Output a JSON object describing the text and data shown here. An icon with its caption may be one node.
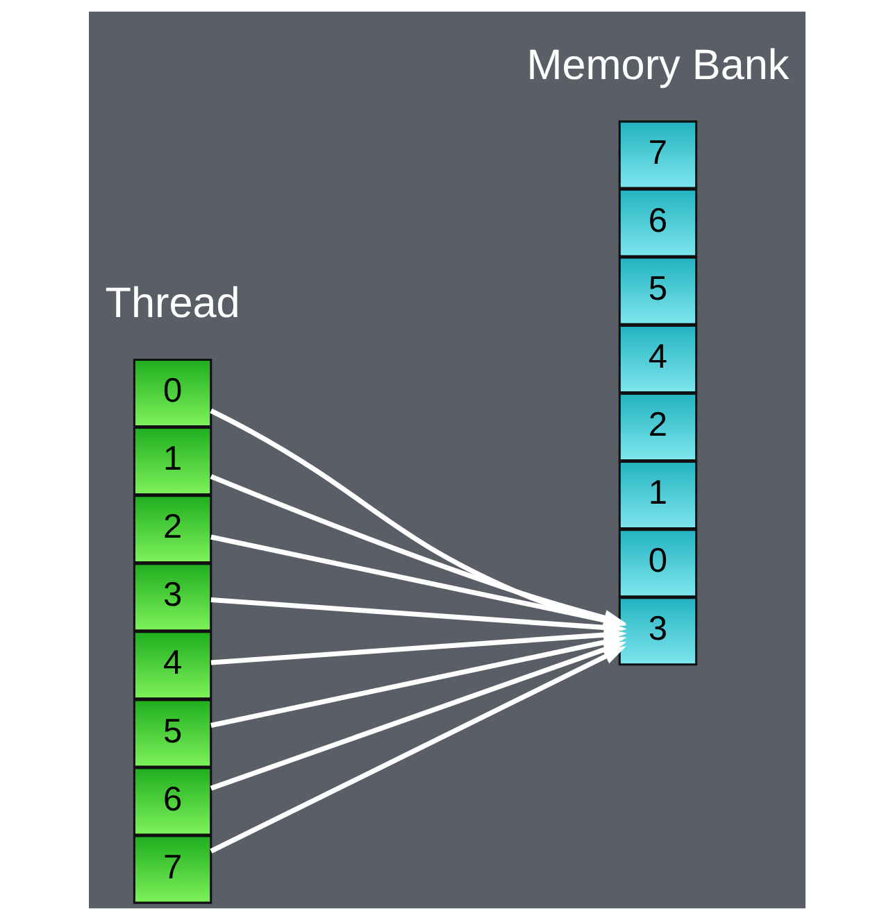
{
  "diagram": {
    "nodes": [
      {
        "text": [
          "0"
        ]
      },
      {
        "text": [
          "1"
        ]
      },
      {
        "text": [
          "2"
        ]
      },
      {
        "text": [
          "3"
        ]
      },
      {
        "text": [
          "4"
        ]
      },
      {
        "text": [
          "5"
        ]
      },
      {
        "text": [
          "6"
        ]
      },
      {
        "text": [
          "7"
        ]
      },
      {
        "text": [
          "0"
        ]
      },
      {
        "text": [
          "1"
        ]
      },
      {
        "text": [
          "2"
        ]
      },
      {
        "text": [
          "3"
        ]
      },
      {
        "text": [
          "4"
        ]
      },
      {
        "text": [
          "5"
        ]
      },
      {
        "text": [
          "6"
        ]
      },
      {
        "text": [
          "7"
        ]
      }
    ],
    "edges": [
      {
        "from": 0,
        "to": 11,
        "arrow": "to"
      },
      {
        "from": 1,
        "to": 11,
        "arrow": "to"
      },
      {
        "from": 2,
        "to": 11,
        "arrow": "to"
      },
      {
        "from": 3,
        "to": 11,
        "arrow": "to"
      },
      {
        "from": 4,
        "to": 11,
        "arrow": "to"
      },
      {
        "from": 5,
        "to": 11,
        "arrow": "to"
      },
      {
        "from": 6,
        "to": 11,
        "arrow": "to"
      },
      {
        "from": 7,
        "to": 11,
        "arrow": "to"
      }
    ],
    "labels": [
      "Thread",
      "Memory Bank"
    ]
  }
}
